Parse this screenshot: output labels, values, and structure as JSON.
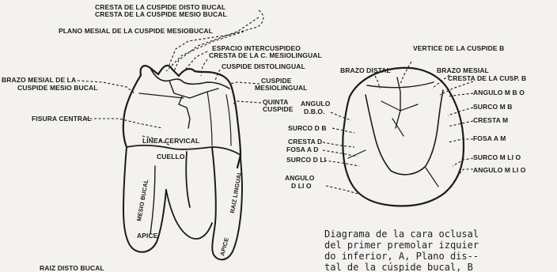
{
  "tooth_labels": {
    "cresta_disto_bucal": "CRESTA DE LA CUSPIDE DISTO BUCAL",
    "cresta_mesio_bucal": "CRESTA DE LA CUSPIDE MESIO BUCAL",
    "plano_mesial": "PLANO MESIAL DE LA CUSPIDE MESIOBUCAL",
    "espacio_intercuspideo": "ESPACIO INTERCUSPIDEO",
    "cresta_mesiolingual": "CRESTA DE LA C. MESIOLINGUAL",
    "cuspide_distolingual": "CUSPIDE DISTOLINGUAL",
    "brazo_mesial_line1": "BRAZO MESIAL DE LA",
    "brazo_mesial_line2": "CUSPIDE MESIO BUCAL",
    "cuspide_mesiolingual_line1": "CUSPIDE",
    "cuspide_mesiolingual_line2": "MESIOLINGUAL",
    "quinta_cuspide_line1": "QUINTA",
    "quinta_cuspide_line2": "CUSPIDE",
    "fisura_central": "FISURA   CENTRAL",
    "linea_cervical": "LINEA  CERVICAL",
    "cuello": "CUELLO",
    "mesio_bucal": "MESIO BUCAL",
    "raiz_lingual": "RAIZ LINGUAL",
    "apice_left": "APICE",
    "apice_right": "APICE",
    "raiz_disto_bucal": "RAIZ DISTO BUCAL"
  },
  "occlusal_labels": {
    "vertice_cuspide_b": "VERTICE DE LA CUSPIDE B",
    "brazo_distal": "BRAZO DISTAL",
    "brazo_mesial": "BRAZO MESIAL",
    "cresta_cusp_b": "CRESTA DE LA CUSP.  B",
    "angulo_mbo": "ANGULO  M  B O",
    "surco_mb": "SURCO  M  B",
    "cresta_m": "CRESTA  M",
    "fosa_am": "FOSA  A  M",
    "surco_mlo": "SURCO  M  LI O",
    "angulo_mlio": "ANGULO   M  LI O",
    "angulo_dbo_line1": "ANGULO",
    "angulo_dbo_line2": "D.B.O.",
    "surco_db": "SURCO D B",
    "cresta_d": "CRESTA D",
    "fosa_ad": "FOSA A D",
    "surco_dli": "SURCO D LI",
    "angulo_dlio_line1": "ANGULO",
    "angulo_dlio_line2": "D  LI O"
  },
  "caption": {
    "line1": "Diagrama de la cara oclusal",
    "line2": "del primer premolar izquier",
    "line3": "do inferior, A, Plano dis--",
    "line4": "tal de la cúspide bucal, B"
  }
}
